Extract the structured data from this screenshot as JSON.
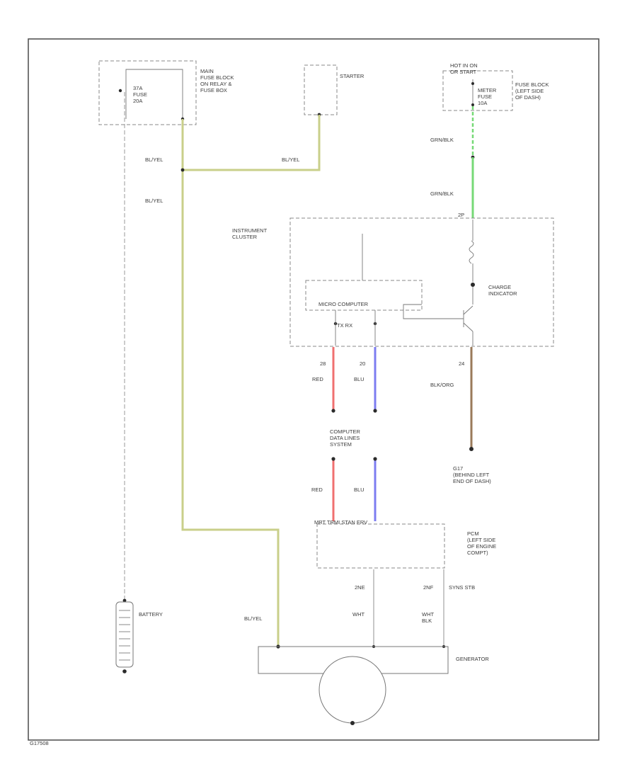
{
  "colors": {
    "bl_yel": "#c9cf8a",
    "grn_blk": "#77d977",
    "red": "#f07070",
    "blu": "#7c7cf0",
    "blk_org": "#9a7a5a",
    "wht": "#c8c8c8",
    "outline": "#8a8a8a"
  },
  "labels": {
    "underhood_fuse_box": "MAIN\nFUSE BLOCK\nON RELAY &\nFUSE BOX",
    "fuse_big": "37A\nFUSE\n20A",
    "starter": "STARTER",
    "hot_in_on": "HOT IN ON\nOR START",
    "meter_fuse": "METER\nFUSE\n10A",
    "fuse_block_left": "FUSE BLOCK\n(LEFT SIDE\nOF DASH)",
    "wire_blyel_1": "BL/YEL",
    "wire_blyel_2": "BL/YEL",
    "wire_blyel_3": "BL/YEL",
    "wire_blyel_4": "BL/YEL",
    "wire_grnblk_1": "GRN/BLK",
    "wire_grnblk_2": "GRN/BLK",
    "pin_2p": "2P",
    "instrument_cluster": "INSTRUMENT\nCLUSTER",
    "micro_computer": "MICRO COMPUTER",
    "tx_rx": "TX  RX",
    "charge_indicator": "CHARGE\nINDICATOR",
    "pin_28": "28",
    "pin_20": "20",
    "pin_24": "24",
    "wire_red_1": "RED",
    "wire_blu_1": "BLU",
    "wire_blkorg": "BLK/ORG",
    "computer_data_lines": "COMPUTER\nDATA LINES\nSYSTEM",
    "ground_g": "G17\n(BEHIND LEFT\nEND OF DASH)",
    "wire_red_2": "RED",
    "wire_blu_2": "BLU",
    "pcm_pins": "MRT    TRMI    STAN ERV",
    "pcm": "PCM\n(LEFT SIDE\nOF ENGINE\nCOMPT)",
    "pin_2ne": "2NE",
    "pin_2nf": "2NF",
    "pin_charge": "SYNS STB",
    "wire_wht_1": "WHT",
    "wire_wht_blk": "WHT\nBLK",
    "battery": "BATTERY",
    "generator": "GENERATOR",
    "footer": "G17508"
  }
}
